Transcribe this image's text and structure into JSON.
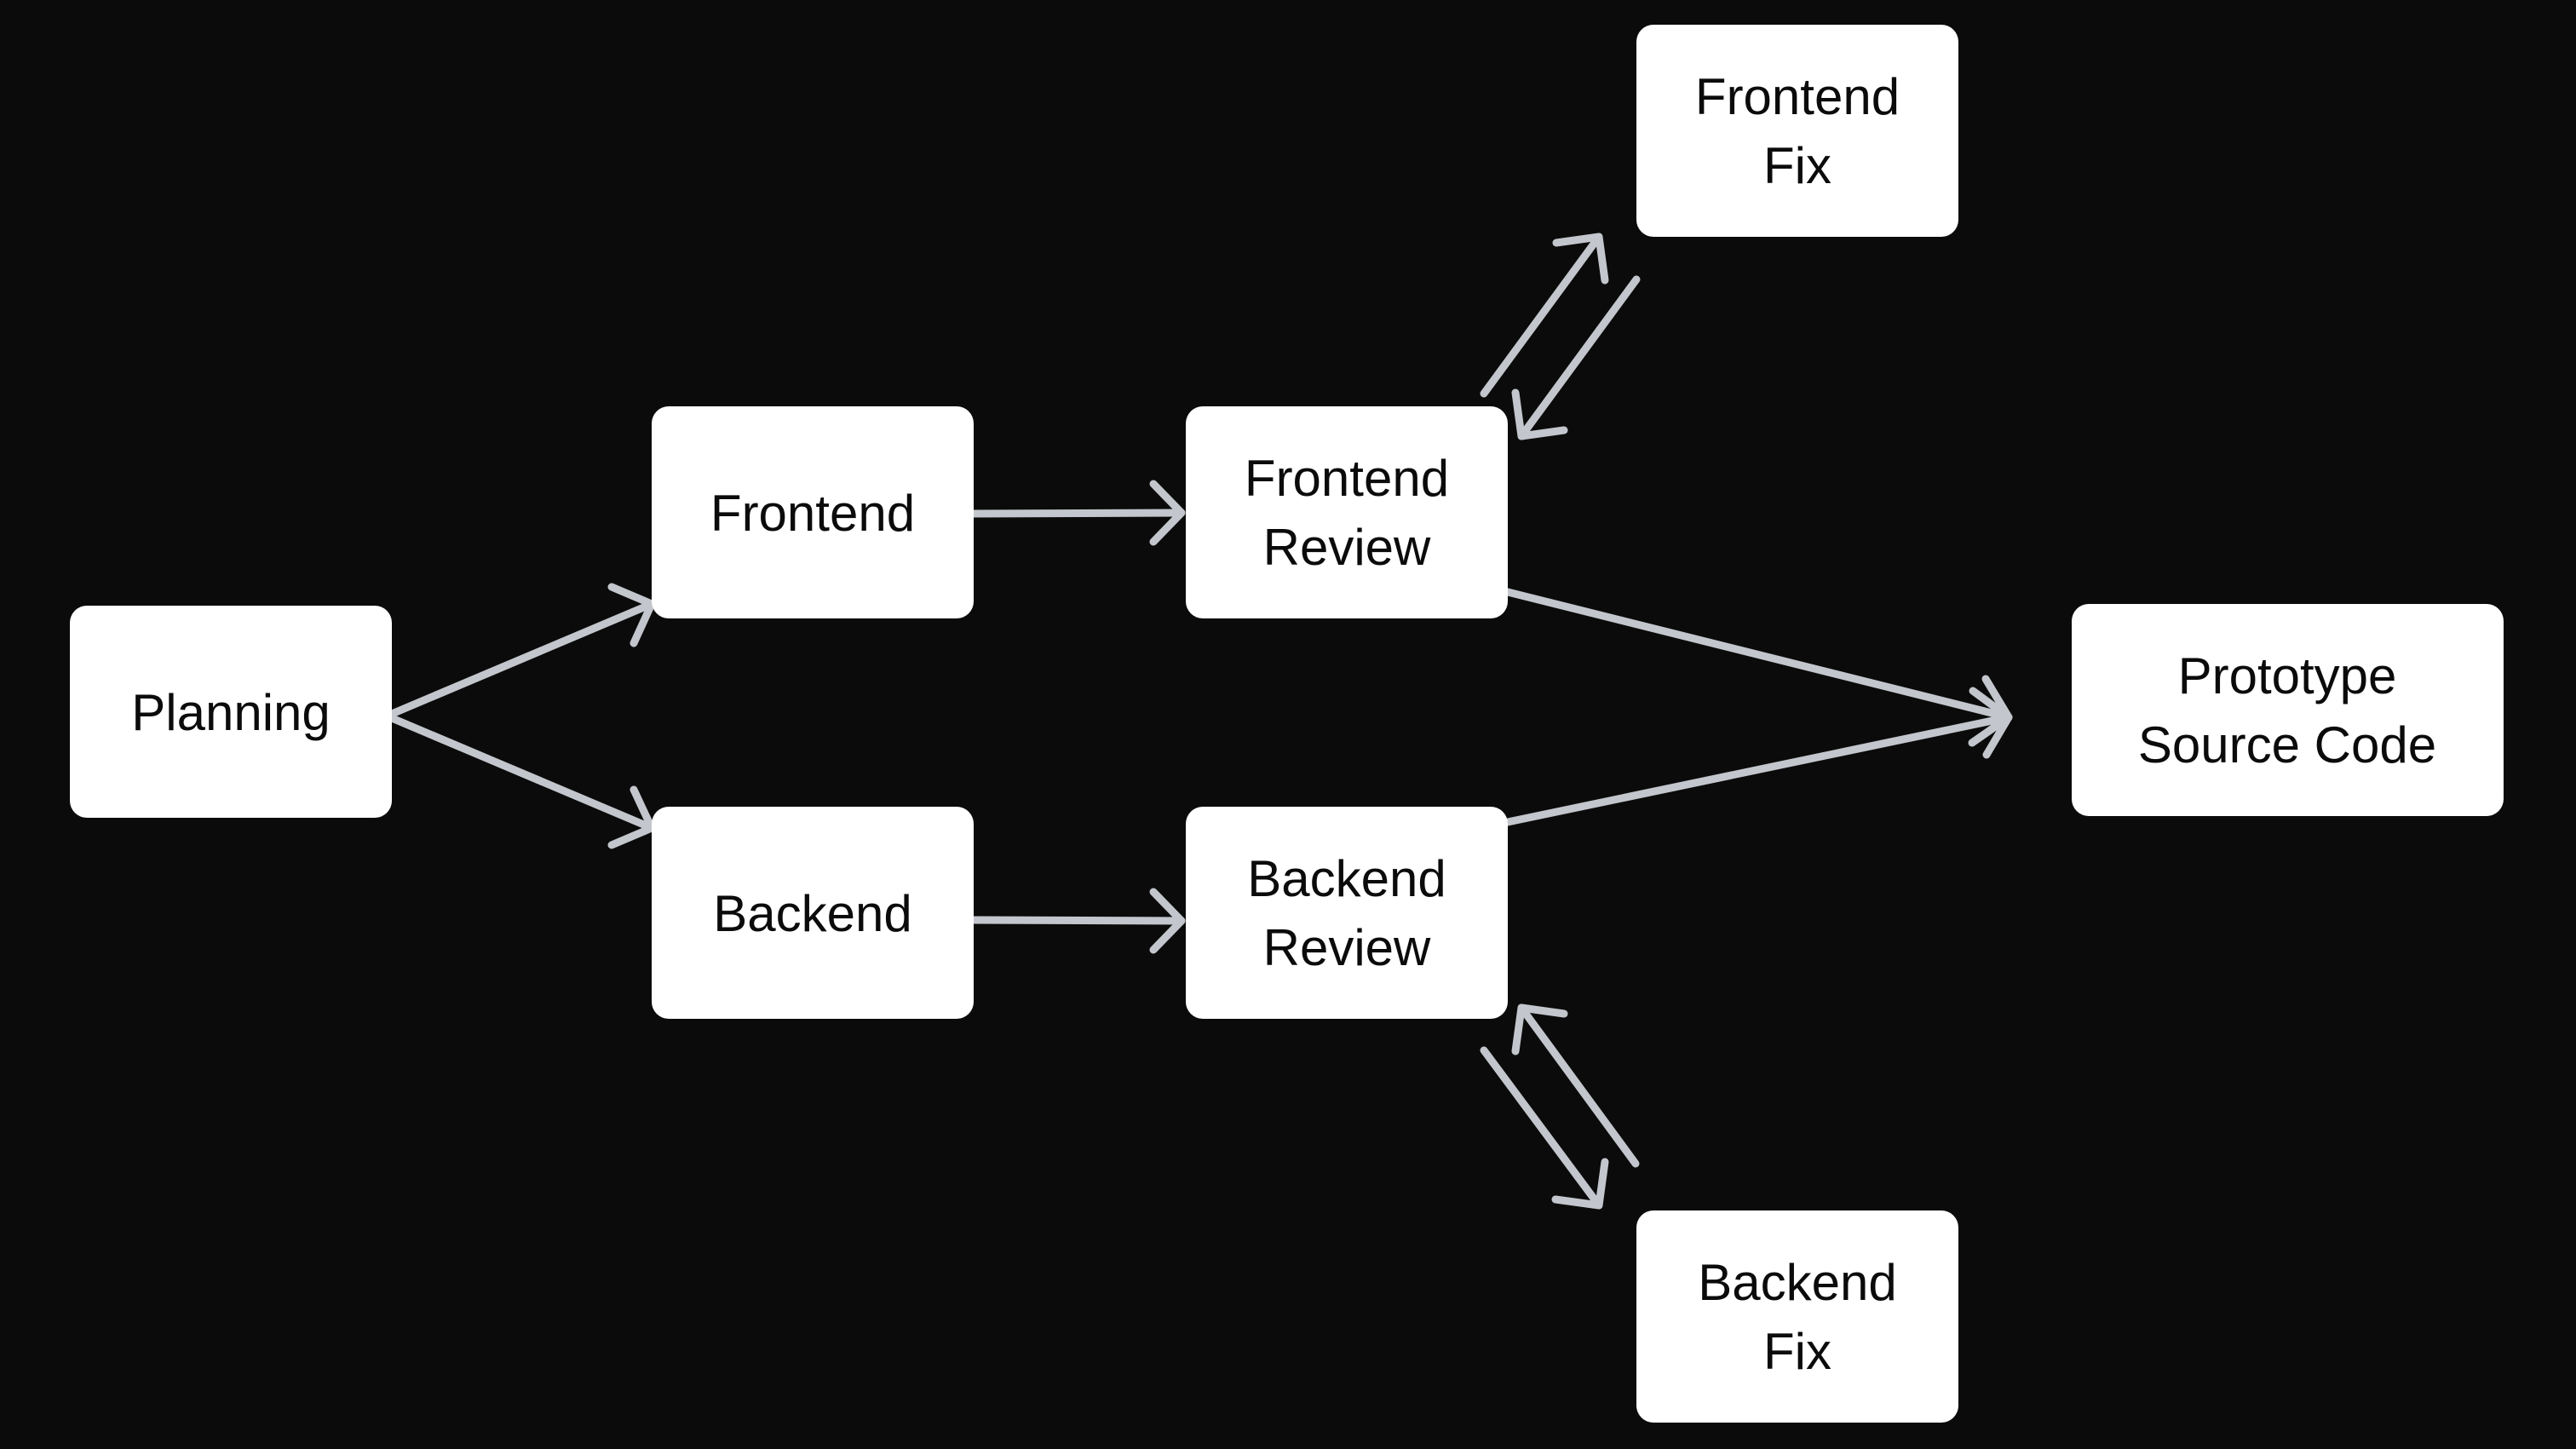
{
  "diagram": {
    "nodes": {
      "planning": {
        "lines": [
          "Planning"
        ]
      },
      "frontend": {
        "lines": [
          "Frontend"
        ]
      },
      "backend": {
        "lines": [
          "Backend"
        ]
      },
      "frontend_review": {
        "lines": [
          "Frontend",
          "Review"
        ]
      },
      "backend_review": {
        "lines": [
          "Backend",
          "Review"
        ]
      },
      "frontend_fix": {
        "lines": [
          "Frontend",
          "Fix"
        ]
      },
      "backend_fix": {
        "lines": [
          "Backend",
          "Fix"
        ]
      },
      "prototype_source_code": {
        "lines": [
          "Prototype",
          "Source Code"
        ]
      }
    },
    "edges": [
      {
        "from": "planning",
        "to": "frontend"
      },
      {
        "from": "planning",
        "to": "backend"
      },
      {
        "from": "frontend",
        "to": "frontend_review"
      },
      {
        "from": "backend",
        "to": "backend_review"
      },
      {
        "from": "frontend_review",
        "to": "frontend_fix"
      },
      {
        "from": "frontend_fix",
        "to": "frontend_review"
      },
      {
        "from": "backend_review",
        "to": "backend_fix"
      },
      {
        "from": "backend_fix",
        "to": "backend_review"
      },
      {
        "from": "frontend_review",
        "to": "prototype_source_code"
      },
      {
        "from": "backend_review",
        "to": "prototype_source_code"
      }
    ]
  },
  "colors": {
    "background": "#0b0b0b",
    "node_fill": "#ffffff",
    "node_text": "#0b0b0b",
    "arrow": "#c3c6cc"
  }
}
